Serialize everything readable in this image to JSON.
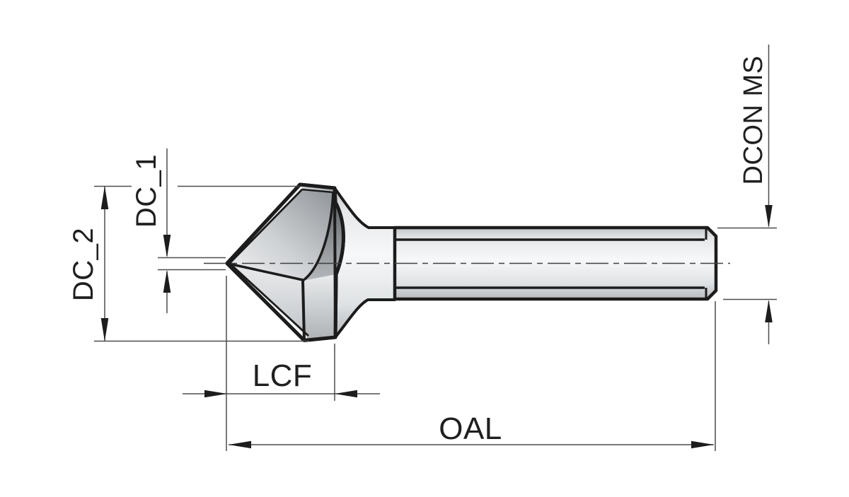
{
  "drawing": {
    "title": "countersink-tool-dimension-drawing",
    "view": "side profile with dimension callouts",
    "labels": {
      "dc2": "DC_2",
      "dc1": "DC_1",
      "lcf": "LCF",
      "oal": "OAL",
      "dcon_ms": "DCON MS"
    },
    "colors": {
      "outline": "#1c1c1c",
      "dimension_line": "#4d4d4d",
      "arrow": "#1d1d1d",
      "label_text": "#1f1f1f",
      "background": "#ffffff",
      "fill_light": "#f4f5f6",
      "fill_mid": "#c6c9cc",
      "fill_dark": "#565a5e"
    }
  }
}
